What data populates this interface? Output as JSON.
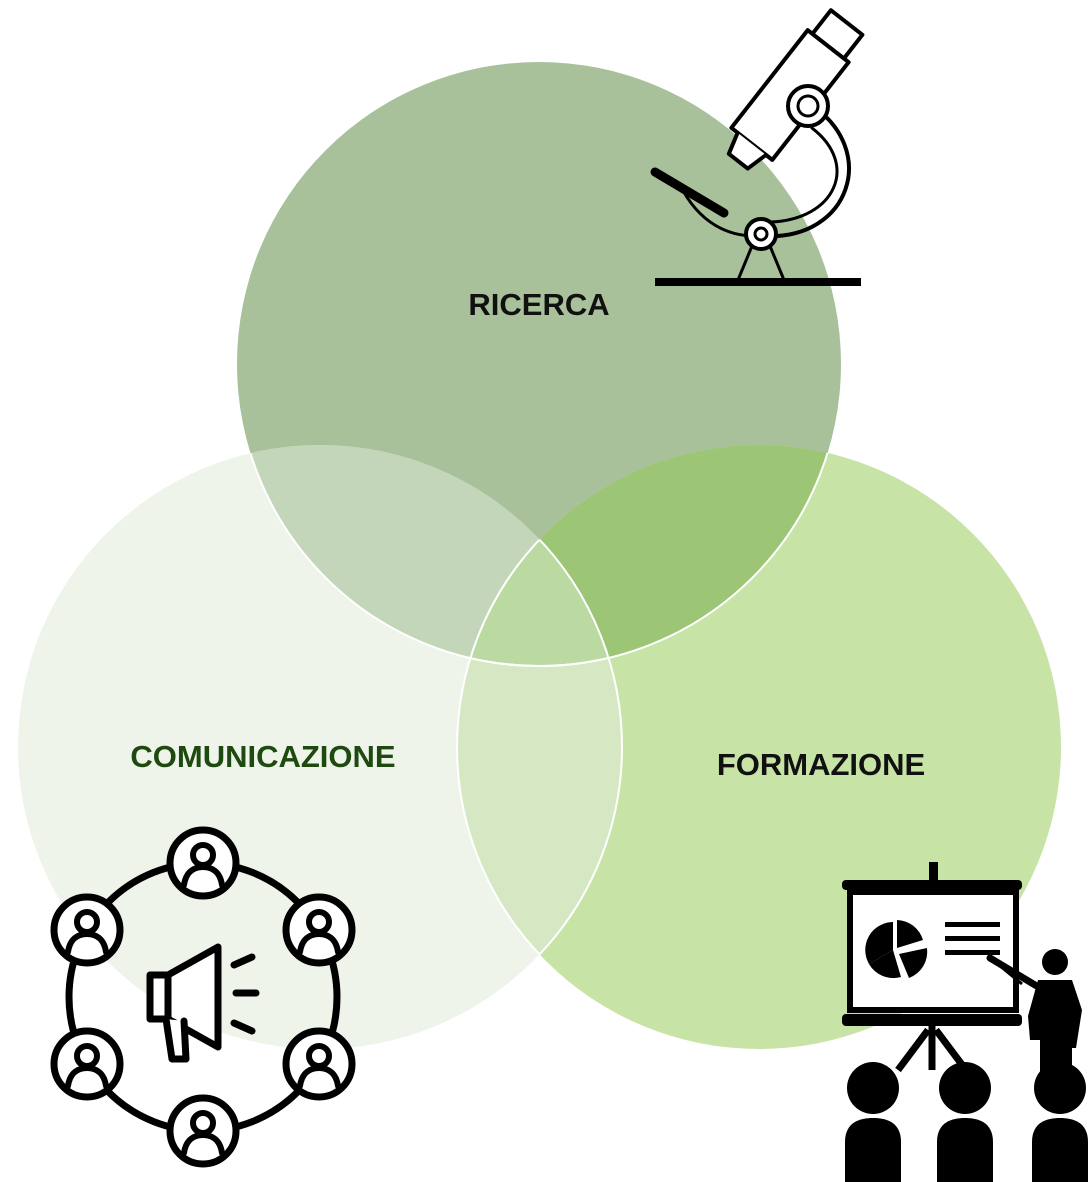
{
  "venn": {
    "colors": {
      "ricerca_fill": "#A9C19B",
      "comunicazione_fill": "#EEF4EA",
      "formazione_fill": "#C8E3A6",
      "overlap_ricerca_comunicazione": "#C4D6B9",
      "overlap_ricerca_formazione": "#9DC576",
      "overlap_comunicazione_formazione": "#D5E8C3",
      "overlap_center": "#BBDAA2",
      "circle_stroke": "#FFFFFF",
      "label_dark": "#111111",
      "label_green": "#1E4A10",
      "icon_black": "#000000"
    },
    "sets": [
      {
        "id": "ricerca",
        "label": "RICERCA",
        "icon": "microscope-icon"
      },
      {
        "id": "comunicazione",
        "label": "COMUNICAZIONE",
        "icon": "community-megaphone-icon"
      },
      {
        "id": "formazione",
        "label": "FORMAZIONE",
        "icon": "presentation-audience-icon"
      }
    ]
  }
}
